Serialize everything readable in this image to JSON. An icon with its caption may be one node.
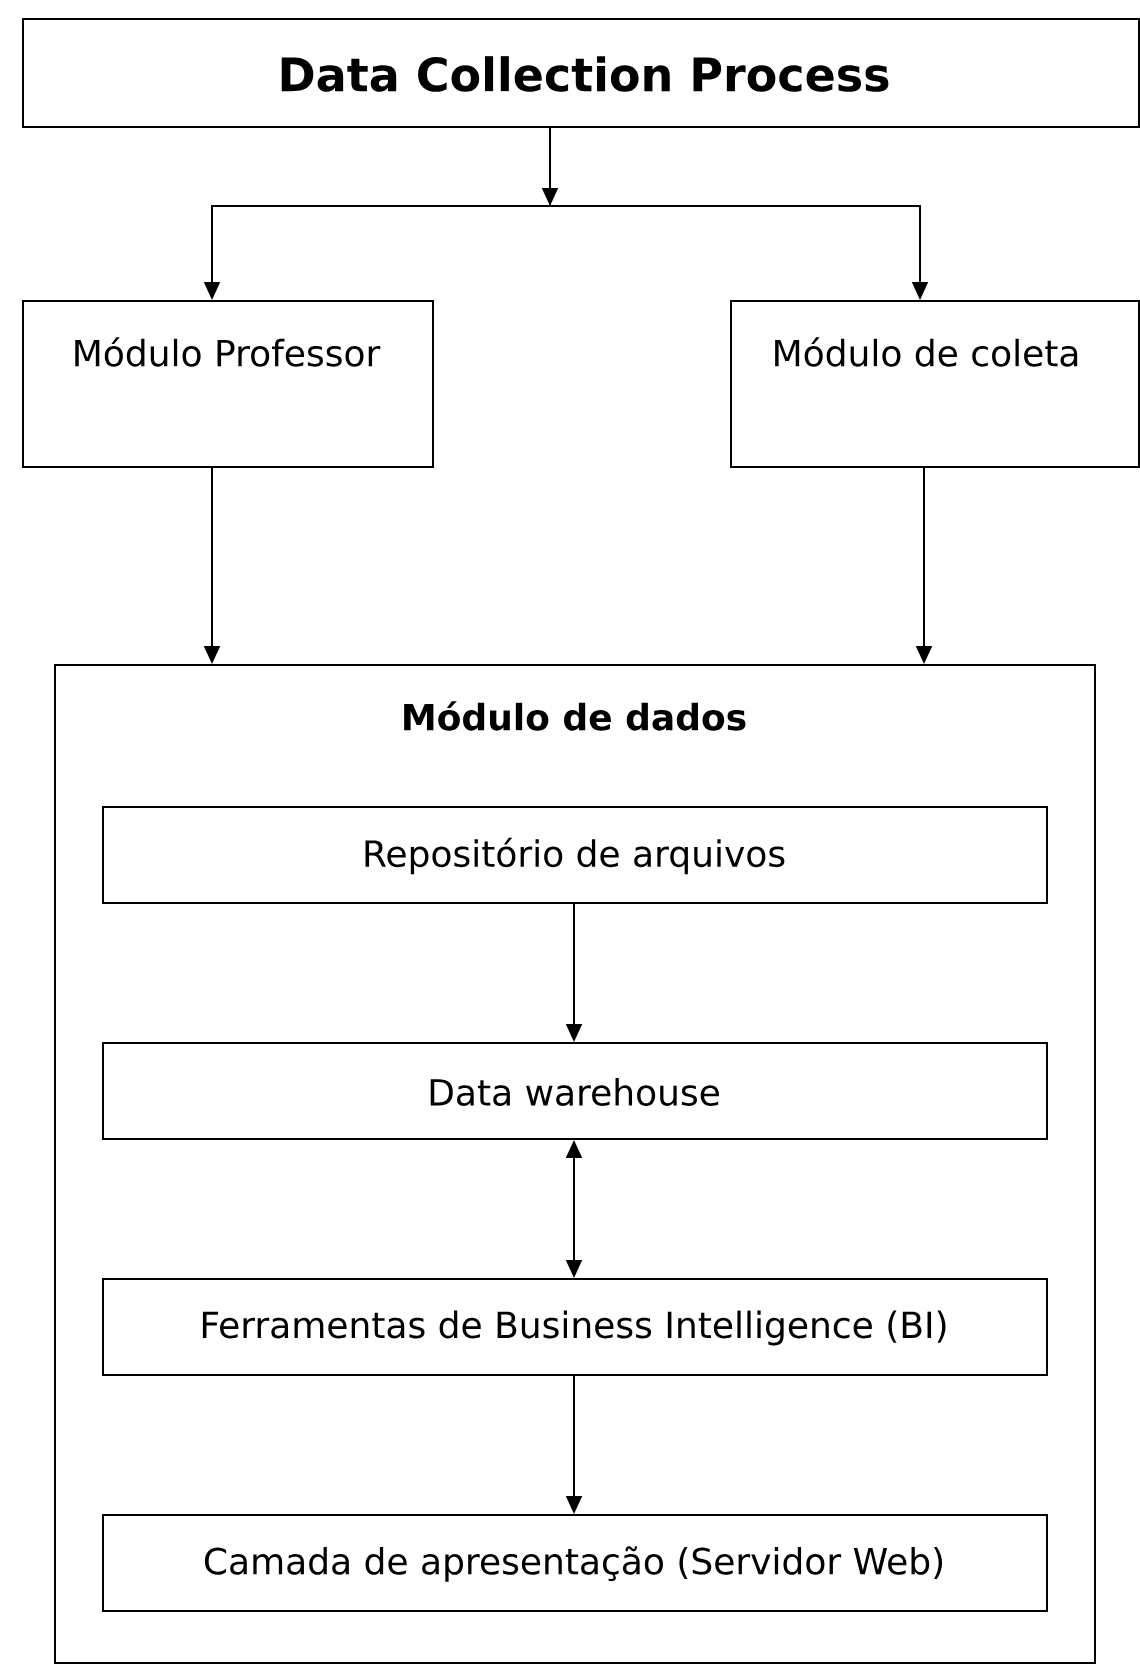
{
  "diagram": {
    "nodes": [
      {
        "text": [
          "Data Collection Process"
        ]
      },
      {
        "text": [
          "Módulo Professor"
        ]
      },
      {
        "text": [
          "Módulo de coleta"
        ]
      },
      {
        "text": [
          "Módulo de dados"
        ]
      },
      {
        "text": [
          "Repositório de arquivos"
        ],
        "in": 3
      },
      {
        "text": [
          "Data warehouse"
        ],
        "in": 3
      },
      {
        "text": [
          "Ferramentas de Business Intelligence (BI)"
        ],
        "in": 3
      },
      {
        "text": [
          "Camada de apresentação (Servidor Web)"
        ],
        "in": 3
      }
    ],
    "edges": [
      {
        "from": 0,
        "to": 1,
        "arrow": "to"
      },
      {
        "from": 0,
        "to": 2,
        "arrow": "to"
      },
      {
        "from": 1,
        "to": 3,
        "arrow": "to"
      },
      {
        "from": 2,
        "to": 3,
        "arrow": "to"
      },
      {
        "from": 4,
        "to": 5,
        "arrow": "to"
      },
      {
        "from": 5,
        "to": 6,
        "arrow": "both"
      },
      {
        "from": 6,
        "to": 7,
        "arrow": "to"
      }
    ]
  }
}
